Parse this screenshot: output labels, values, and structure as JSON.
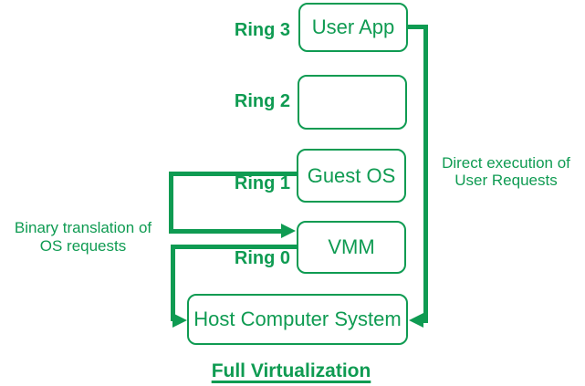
{
  "diagram": {
    "title": "Full Virtualization",
    "colors": {
      "accent_green": "#0f9b52",
      "background": "#ffffff"
    },
    "rings": [
      {
        "label": "Ring 3",
        "box_label": "User App"
      },
      {
        "label": "Ring 2",
        "box_label": ""
      },
      {
        "label": "Ring 1",
        "box_label": "Guest OS"
      },
      {
        "label": "Ring 0",
        "box_label": "VMM"
      }
    ],
    "host_box_label": "Host Computer System",
    "notes": {
      "binary_translation": {
        "line1": "Binary translation of",
        "line2": "OS requests"
      },
      "direct_execution": {
        "line1": "Direct execution of",
        "line2": "User Requests"
      }
    }
  }
}
